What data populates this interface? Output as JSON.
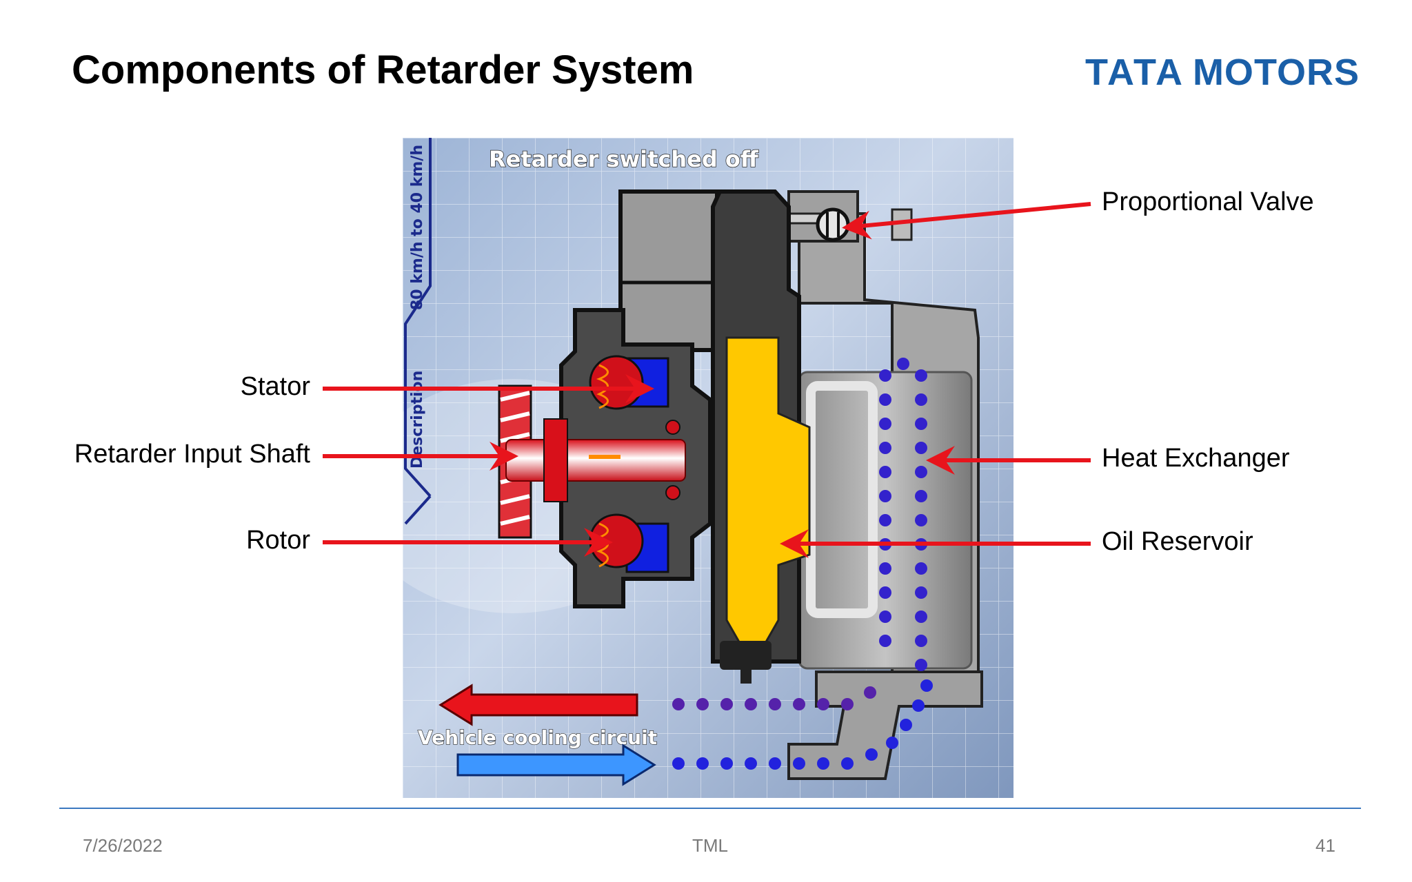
{
  "slide": {
    "title": "Components of Retarder System",
    "logo": {
      "part1": "TATA",
      "part2": "MOTORS"
    }
  },
  "diagram": {
    "banner": "Retarder switched off",
    "side_text_a": "80 km/h to 40 km/h",
    "side_text_b": "Description",
    "cooling_label": "Vehicle cooling circuit"
  },
  "labels": {
    "stator": "Stator",
    "input_shaft": "Retarder Input Shaft",
    "rotor": "Rotor",
    "proportional_valve": "Proportional Valve",
    "heat_exchanger": "Heat Exchanger",
    "oil_reservoir": "Oil Reservoir"
  },
  "footer": {
    "date": "7/26/2022",
    "center": "TML",
    "page": "41"
  },
  "colors": {
    "logo": "#1a5fa8",
    "arrow": "#e8141c",
    "oil": "#ffc800",
    "divider": "#3a78c0"
  }
}
